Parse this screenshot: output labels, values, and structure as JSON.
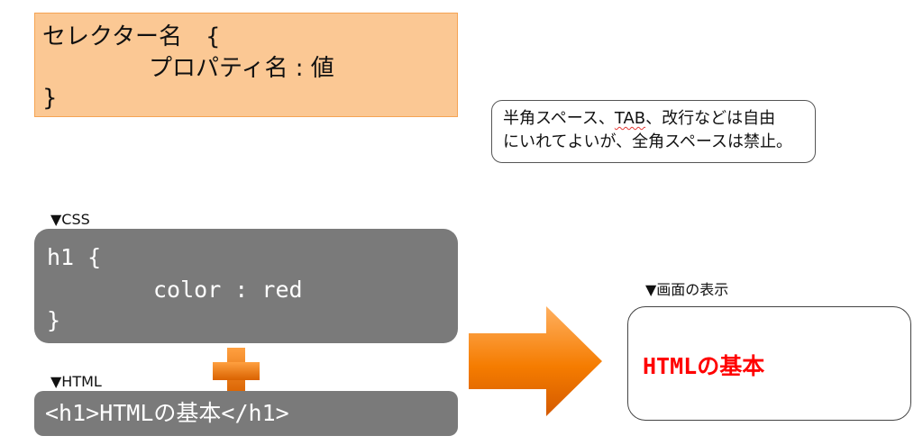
{
  "syntax": {
    "line1": "セレクター名　{",
    "line2": "プロパティ名 : 値",
    "line3": "}"
  },
  "note": {
    "line1_prefix": "半角スペース、",
    "line1_tab": "TAB",
    "line1_suffix": "、改行などは自由",
    "line2": "にいれてよいが、全角スペースは禁止。"
  },
  "css_section": {
    "label": "▼CSS",
    "line1": "h1 {",
    "line2": "color : red",
    "line3": "}"
  },
  "html_section": {
    "label": "▼HTML",
    "code": "<h1>HTMLの基本</h1>"
  },
  "display_section": {
    "label": "▼画面の表示",
    "text": "HTMLの基本"
  },
  "colors": {
    "syntax_bg": "#fbc894",
    "code_bg": "#7a7a7a",
    "accent_orange": "#f57c00",
    "display_text": "#ff0000"
  },
  "icons": {
    "plus": "plus-icon",
    "arrow": "arrow-right-icon"
  }
}
